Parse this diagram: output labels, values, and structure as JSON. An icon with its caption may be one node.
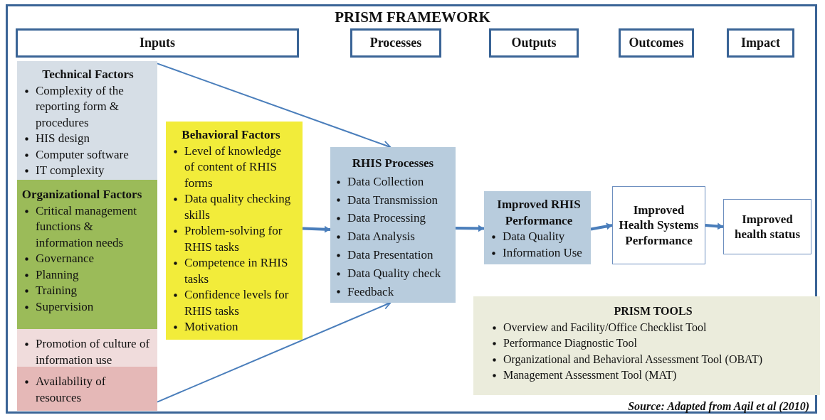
{
  "diagram": {
    "title": "PRISM FRAMEWORK",
    "caption": "Source: Adapted from Aqil et al (2010)",
    "nodes": [
      {
        "text": [
          "Inputs"
        ]
      },
      {
        "text": [
          "Processes"
        ]
      },
      {
        "text": [
          "Outputs"
        ]
      },
      {
        "text": [
          "Outcomes"
        ]
      },
      {
        "text": [
          "Impact"
        ]
      },
      {
        "text": [
          "Technical Factors",
          "Complexity of the reporting form & procedures",
          "HIS design",
          "Computer software",
          "IT complexity"
        ]
      },
      {
        "text": [
          "Organizational Factors",
          "Critical management functions & information needs",
          "Governance",
          "Planning",
          "Training",
          "Supervision"
        ]
      },
      {
        "text": [
          "Promotion of culture of information use"
        ]
      },
      {
        "text": [
          "Availability of resources"
        ]
      },
      {
        "text": [
          "Behavioral Factors",
          "Level of knowledge of content of RHIS forms",
          "Data quality checking skills",
          "Problem-solving for RHIS tasks",
          "Competence in RHIS tasks",
          "Confidence levels for RHIS tasks",
          "Motivation"
        ]
      },
      {
        "text": [
          "RHIS Processes",
          "Data Collection",
          "Data Transmission",
          "Data Processing",
          "Data Analysis",
          "Data Presentation",
          "Data Quality check",
          "Feedback"
        ]
      },
      {
        "text": [
          "Improved RHIS Performance",
          "Data Quality",
          "Information Use"
        ]
      },
      {
        "text": [
          "Improved Health Systems Performance"
        ]
      },
      {
        "text": [
          "Improved health status"
        ]
      },
      {
        "text": [
          "PRISM TOOLS",
          "Overview and Facility/Office Checklist Tool",
          "Performance Diagnostic Tool",
          "Organizational and Behavioral Assessment Tool (OBAT)",
          "Management Assessment Tool (MAT)"
        ]
      }
    ],
    "edges": [
      {
        "from": 5,
        "to": 10,
        "arrow": "to"
      },
      {
        "from": 9,
        "to": 10,
        "arrow": "to"
      },
      {
        "from": 8,
        "to": 10,
        "arrow": "to"
      },
      {
        "from": 10,
        "to": 11,
        "arrow": "to"
      },
      {
        "from": 11,
        "to": 12,
        "arrow": "to"
      },
      {
        "from": 12,
        "to": 13,
        "arrow": "to"
      }
    ]
  }
}
